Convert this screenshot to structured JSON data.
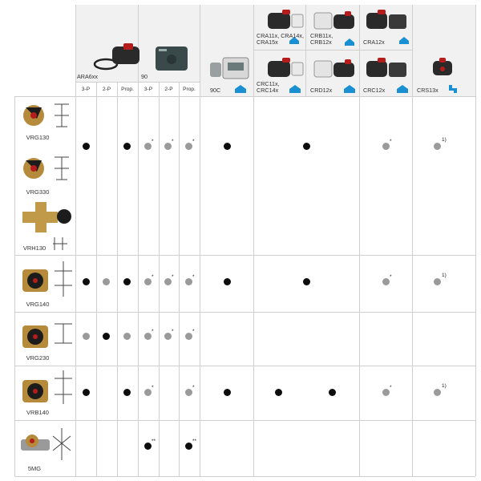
{
  "header": {
    "groups": [
      {
        "label": "ARA6xx",
        "subs": [
          "3-P",
          "2-P",
          "Prop."
        ]
      },
      {
        "label": "90",
        "subs": [
          "3-P",
          "2-P",
          "Prop."
        ]
      },
      {
        "label": "90C"
      },
      {
        "label_top": "CRA11x, CRA14x,\nCRA15x",
        "label_bottom": "CRC11x,\nCRC14x"
      },
      {
        "label_top": "CRB11x,\nCRB12x",
        "label_bottom": "CRD12x"
      },
      {
        "label_top": "CRA12x",
        "label_bottom": "CRC12x"
      },
      {
        "label_bottom": "CRS13x"
      }
    ]
  },
  "valves": [
    "VRG130",
    "VRG330",
    "VRH130",
    "VRG140",
    "VRG230",
    "VRB140",
    "5MG"
  ],
  "dot_colors": {
    "black": "#0d0d0d",
    "grey": "#9a9a9a"
  },
  "rows": [
    {
      "valves": "VRG130 / VRG330 / VRH130",
      "cells": [
        {
          "col": "ARA6xx 3-P",
          "color": "black"
        },
        {
          "col": "ARA6xx Prop.",
          "color": "black"
        },
        {
          "col": "90 3-P",
          "color": "grey",
          "mark": "*"
        },
        {
          "col": "90 2-P",
          "color": "grey",
          "mark": "*"
        },
        {
          "col": "90 Prop.",
          "color": "grey",
          "mark": "*"
        },
        {
          "col": "90C",
          "color": "black"
        },
        {
          "col": "CRC11x, CRC14x / CRD12x",
          "color": "black"
        },
        {
          "col": "CRC12x",
          "color": "grey",
          "mark": "*"
        },
        {
          "col": "CRS13x",
          "color": "grey",
          "mark": "1)"
        }
      ]
    },
    {
      "valves": "VRG140",
      "cells": [
        {
          "col": "ARA6xx 3-P",
          "color": "black"
        },
        {
          "col": "ARA6xx 2-P",
          "color": "grey"
        },
        {
          "col": "ARA6xx Prop.",
          "color": "black"
        },
        {
          "col": "90 3-P",
          "color": "grey",
          "mark": "*"
        },
        {
          "col": "90 2-P",
          "color": "grey",
          "mark": "*"
        },
        {
          "col": "90 Prop.",
          "color": "grey",
          "mark": "*"
        },
        {
          "col": "90C",
          "color": "black"
        },
        {
          "col": "CRC11x, CRC14x / CRD12x",
          "color": "black"
        },
        {
          "col": "CRC12x",
          "color": "grey",
          "mark": "*"
        },
        {
          "col": "CRS13x",
          "color": "grey",
          "mark": "1)"
        }
      ]
    },
    {
      "valves": "VRG230",
      "cells": [
        {
          "col": "ARA6xx 3-P",
          "color": "grey"
        },
        {
          "col": "ARA6xx 2-P",
          "color": "black"
        },
        {
          "col": "ARA6xx Prop.",
          "color": "grey"
        },
        {
          "col": "90 3-P",
          "color": "grey",
          "mark": "*"
        },
        {
          "col": "90 2-P",
          "color": "grey",
          "mark": "*"
        },
        {
          "col": "90 Prop.",
          "color": "grey",
          "mark": "*"
        }
      ]
    },
    {
      "valves": "VRB140",
      "cells": [
        {
          "col": "ARA6xx 3-P",
          "color": "black"
        },
        {
          "col": "ARA6xx Prop.",
          "color": "black"
        },
        {
          "col": "90 3-P",
          "color": "grey",
          "mark": "*"
        },
        {
          "col": "90 Prop.",
          "color": "grey",
          "mark": "*"
        },
        {
          "col": "90C",
          "color": "black"
        },
        {
          "col": "CRC11x, CRC14x",
          "color": "black"
        },
        {
          "col": "CRD12x",
          "color": "black"
        },
        {
          "col": "CRC12x",
          "color": "grey",
          "mark": "*"
        },
        {
          "col": "CRS13x",
          "color": "grey",
          "mark": "1)"
        }
      ]
    },
    {
      "valves": "5MG",
      "cells": [
        {
          "col": "90 3-P",
          "color": "black",
          "mark": "**"
        },
        {
          "col": "90 Prop.",
          "color": "black",
          "mark": "**"
        }
      ]
    }
  ]
}
